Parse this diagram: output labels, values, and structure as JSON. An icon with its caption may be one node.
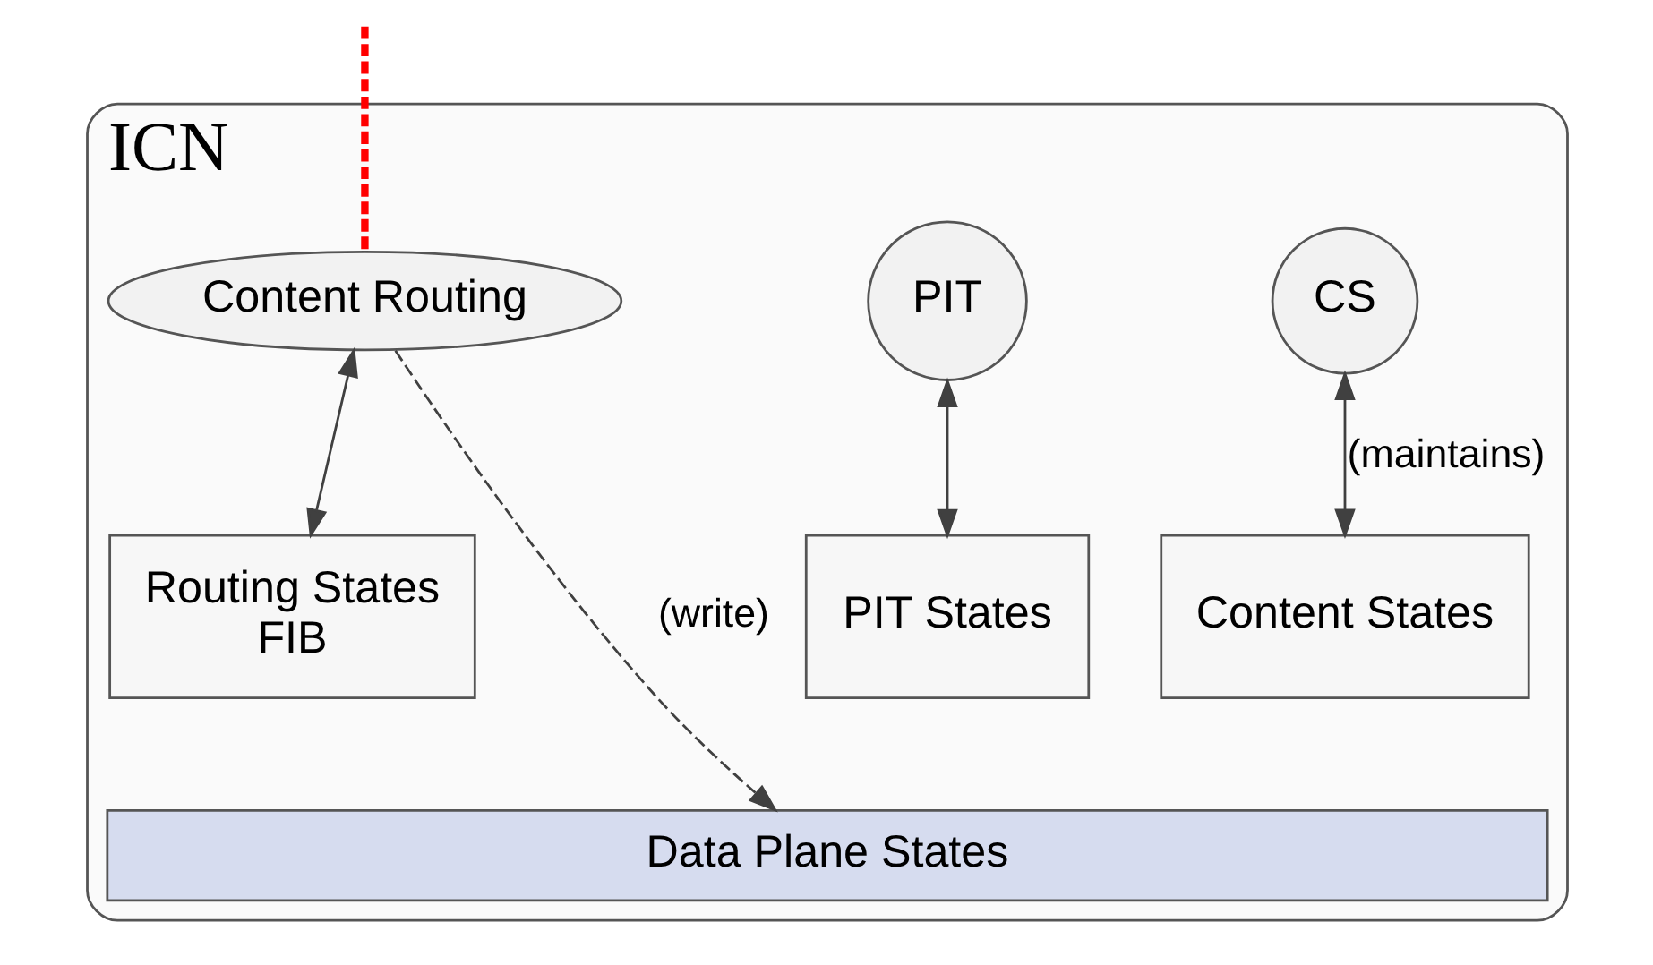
{
  "diagram": {
    "nodes": [
      {
        "text": [
          "ICN"
        ]
      },
      {
        "text": [
          "CS"
        ],
        "in": 0
      },
      {
        "text": [
          "PIT"
        ],
        "in": 0
      },
      {
        "text": [
          "Content Routing"
        ],
        "in": 0
      },
      {
        "text": [
          "Content States"
        ],
        "in": 0
      },
      {
        "text": [
          "PIT States"
        ],
        "in": 0
      },
      {
        "text": [
          "Routing States",
          "FIB"
        ],
        "in": 0
      },
      {
        "text": [
          "Data Plane States"
        ],
        "in": 0
      }
    ],
    "edges": [
      {
        "from": 1,
        "to": 4,
        "arrow": "both",
        "label": "(maintains)"
      },
      {
        "from": 2,
        "to": 5,
        "arrow": "both"
      },
      {
        "from": 3,
        "to": 6,
        "arrow": "both"
      },
      {
        "from": 3,
        "to": 7,
        "arrow": "to",
        "label": "(write)",
        "style": "dashed"
      },
      {
        "from": null,
        "to": 3,
        "arrow": "none",
        "style": "dashed",
        "color": "#ff0000"
      }
    ]
  }
}
